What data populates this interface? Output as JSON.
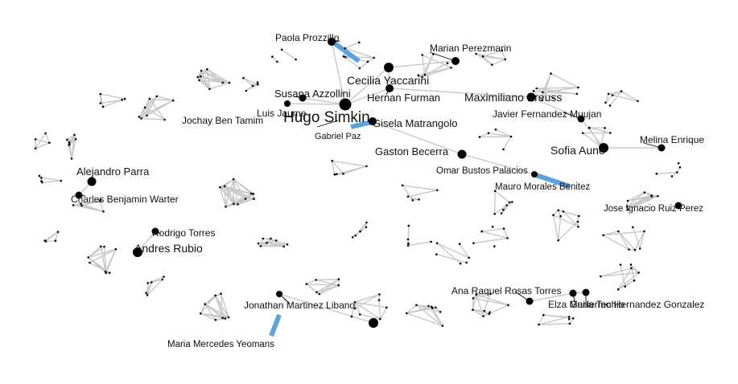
{
  "labels": {
    "paola": "Paola Prozzillo",
    "marian": "Marian Perezmarin",
    "cecilia": "Cecilia Yaccarini",
    "susana": "Susana Azzollini",
    "hernan": "Hernan Furman",
    "maximiliano": "Maximiliano Preuss",
    "luis": "Luis Jaume",
    "hugo": "Hugo Simkin",
    "javier": "Javier Fernandez Muujan",
    "gisela": "Gisela Matrangolo",
    "jochay": "Jochay Ben Tamim",
    "gabriel": "Gabriel Paz",
    "melina": "Melina Enrique",
    "gaston": "Gaston Becerra",
    "sofia": "Sofia Aune",
    "alejandro": "Alejandro Parra",
    "omar": "Omar Bustos Palacios",
    "mauro": "Mauro Morales Benitez",
    "charles": "Charles Benjamin Warter",
    "jose": "Jose Ignacio Ruiz Perez",
    "rodrigo": "Rodrigo Torres",
    "andres": "Andres Rubio",
    "ana": "Ana Raquel Rosas Torres",
    "jonathan": "Jonathan Martinez Libano",
    "elza": "Elza Maria Techio",
    "guillermo": "Guillermo Hernandez Gonzalez",
    "maria": "Maria Mercedes Yeomans"
  },
  "colors": {
    "background": "#ffffff",
    "edge": "#c8c8c8",
    "strong_edge": "#5aa3e0",
    "node": "#000000"
  }
}
